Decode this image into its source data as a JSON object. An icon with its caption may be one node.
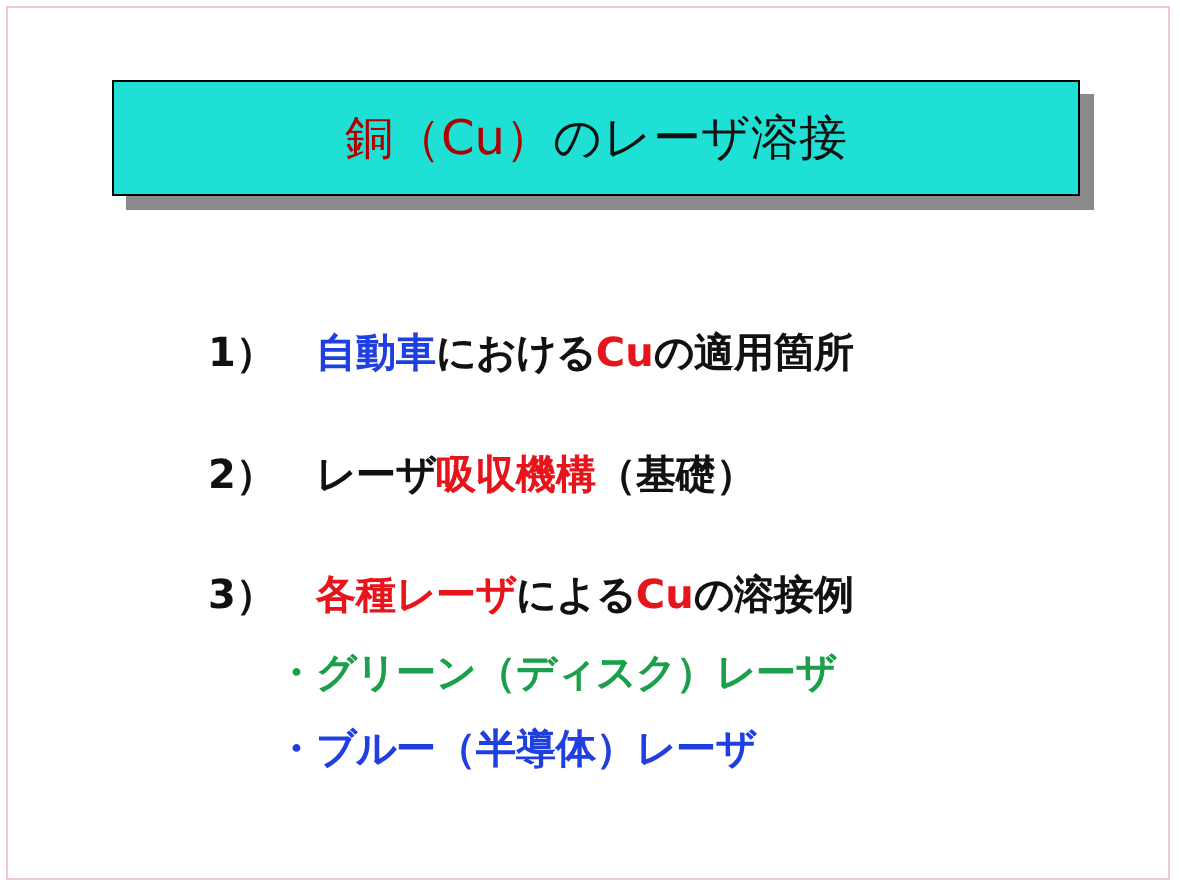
{
  "diagram": {
    "nodes": [
      {
        "text": [
          "**銅（Cu）**のレーザ溶接"
        ]
      }
    ],
    "labels": [
      "1）　**自動車**における**Cu**の適用箇所",
      "2）　レーザ**吸収機構**（基礎）",
      "3）　**各種レーザ**による**Cu**の溶接例",
      "・グリーン（ディスク）レーザ",
      "・ブルー（半導体）レーザ"
    ]
  }
}
